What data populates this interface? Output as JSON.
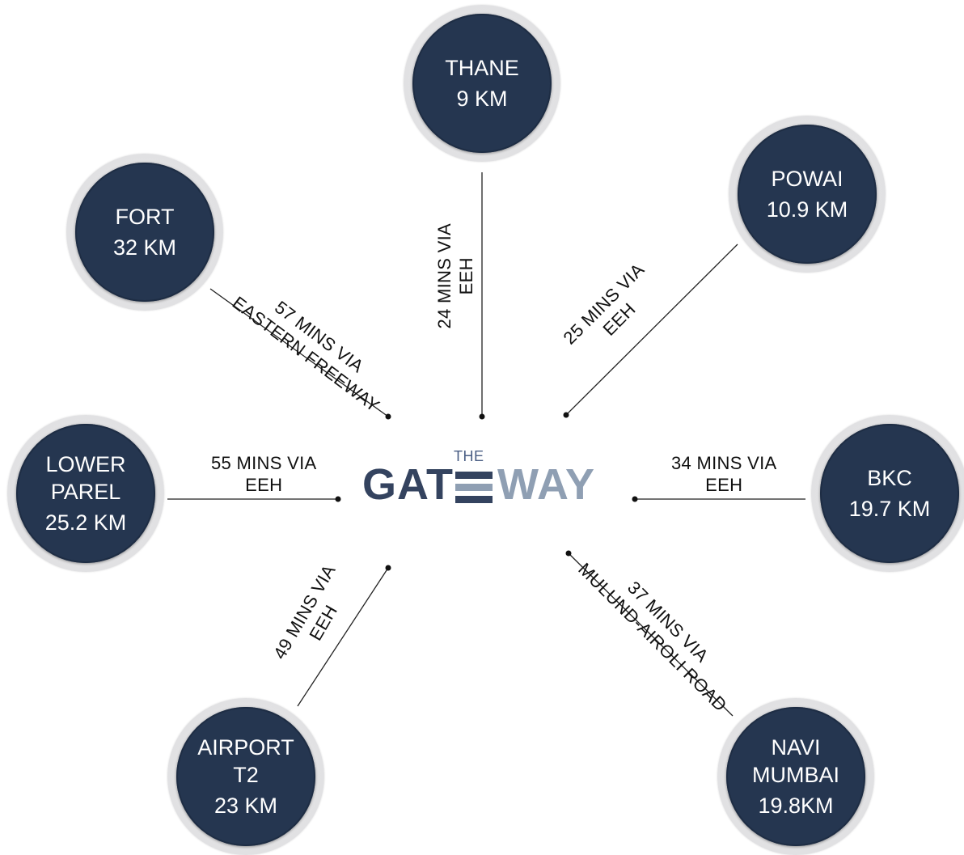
{
  "logo": {
    "the": "THE",
    "gat": "GAT",
    "way": "WAY",
    "bar_colors": [
      "#34435f",
      "#8f9fb3",
      "#34435f"
    ]
  },
  "colors": {
    "disc": "#253650",
    "ring": "#e1e1e3",
    "line": "#222222",
    "logo_dark": "#34435f",
    "logo_light": "#8f9fb3"
  },
  "destinations": [
    {
      "id": "thane",
      "name_lines": [
        "THANE"
      ],
      "distance": "9 KM",
      "route_lines": [
        "24 MINS VIA",
        "EEH"
      ]
    },
    {
      "id": "powai",
      "name_lines": [
        "POWAI"
      ],
      "distance": "10.9 KM",
      "route_lines": [
        "25 MINS VIA",
        "EEH"
      ]
    },
    {
      "id": "fort",
      "name_lines": [
        "FORT"
      ],
      "distance": "32 KM",
      "route_lines": [
        "57 MINS VIA",
        "EASTERN FREEWAY"
      ]
    },
    {
      "id": "lower-parel",
      "name_lines": [
        "LOWER",
        "PAREL"
      ],
      "distance": "25.2 KM",
      "route_lines": [
        "55 MINS VIA",
        "EEH"
      ]
    },
    {
      "id": "bkc",
      "name_lines": [
        "BKC"
      ],
      "distance": "19.7 KM",
      "route_lines": [
        "34 MINS VIA",
        "EEH"
      ]
    },
    {
      "id": "airport",
      "name_lines": [
        "AIRPORT",
        "T2"
      ],
      "distance": "23 KM",
      "route_lines": [
        "49 MINS VIA",
        "EEH"
      ]
    },
    {
      "id": "navi-mumbai",
      "name_lines": [
        "NAVI",
        "MUMBAI"
      ],
      "distance": "19.8KM",
      "route_lines": [
        "37 MINS VIA",
        "MULUND-AIROLI ROAD"
      ]
    }
  ]
}
